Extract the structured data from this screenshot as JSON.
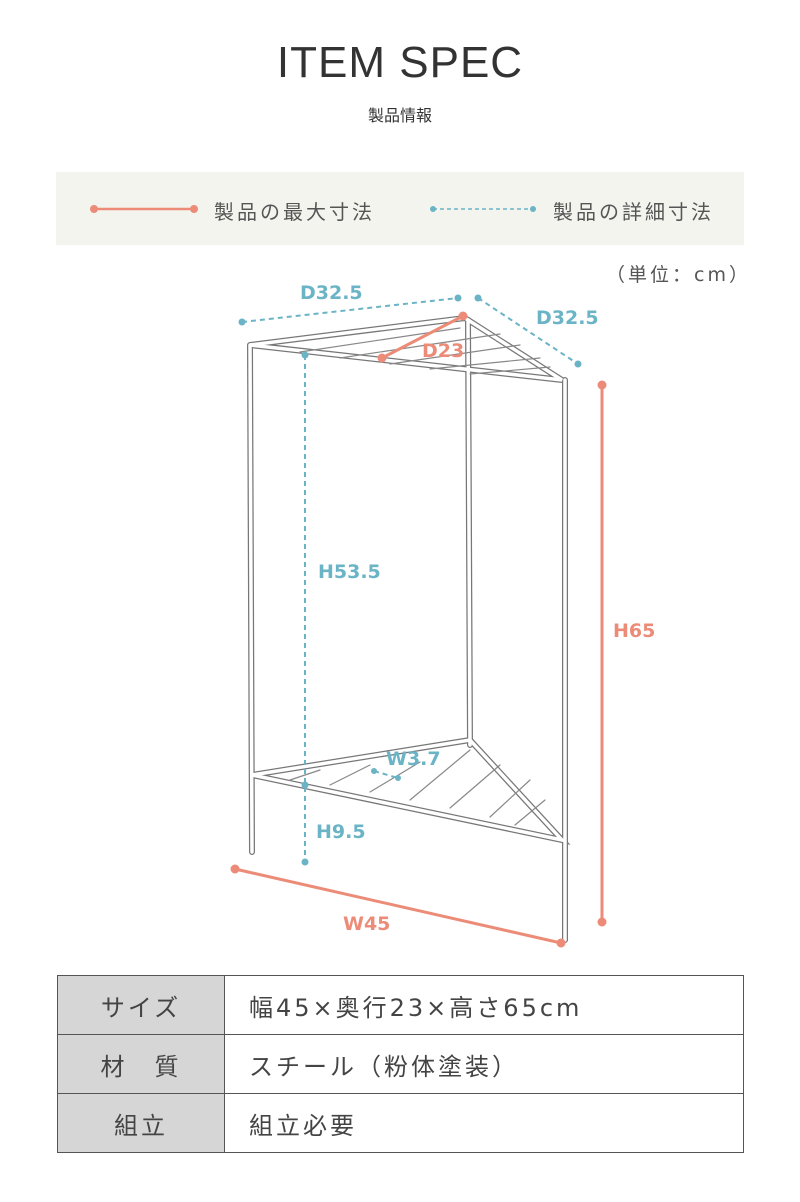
{
  "header": {
    "title": "ITEM SPEC",
    "subtitle": "製品情報"
  },
  "legend": {
    "max_label": "製品の最大寸法",
    "detail_label": "製品の詳細寸法",
    "max_color": "#ec8c78",
    "detail_color": "#6ab4c6"
  },
  "unit": "（単位：cm）",
  "dimensions": {
    "d_left": "D32.5",
    "d_right": "D32.5",
    "d_inner": "D23",
    "h_total": "H65",
    "h_inner": "H53.5",
    "h_bottom": "H9.5",
    "w_slat": "W3.7",
    "w_total": "W45"
  },
  "spec_table": [
    {
      "label": "サイズ",
      "value": "幅45×奥行23×高さ65cm"
    },
    {
      "label": "材　質",
      "value": "スチール（粉体塗装）"
    },
    {
      "label": "組立",
      "value": "組立必要"
    }
  ]
}
